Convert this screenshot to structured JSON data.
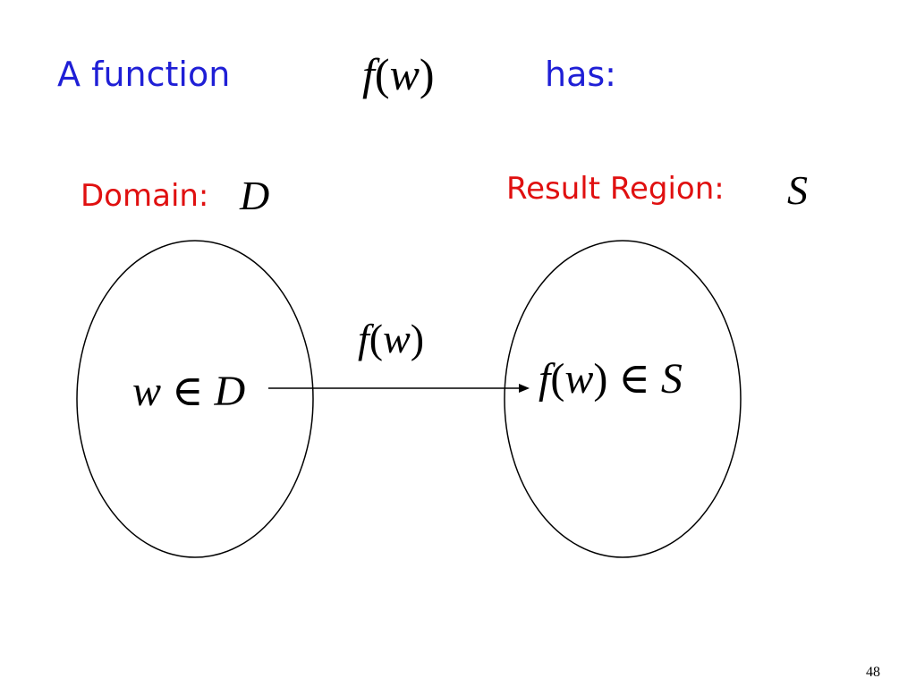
{
  "colors": {
    "title": "#1f1fd6",
    "label": "#e01010",
    "math": "#000000",
    "stroke": "#000000"
  },
  "header": {
    "text_before": "A function",
    "function": {
      "name": "f",
      "open": "(",
      "arg": "w",
      "close": ")"
    },
    "text_after": "has:"
  },
  "domain": {
    "label": "Domain:",
    "symbol": "D",
    "element": {
      "var": "w",
      "rel": "∈",
      "set": "D"
    }
  },
  "result": {
    "label": "Result Region:",
    "symbol": "S",
    "element": {
      "name": "f",
      "open": "(",
      "arg": "w",
      "close": ")",
      "rel": "∈",
      "set": "S"
    }
  },
  "mapping": {
    "label": {
      "name": "f",
      "open": "(",
      "arg": "w",
      "close": ")"
    }
  },
  "footer": {
    "page_number": "48"
  }
}
